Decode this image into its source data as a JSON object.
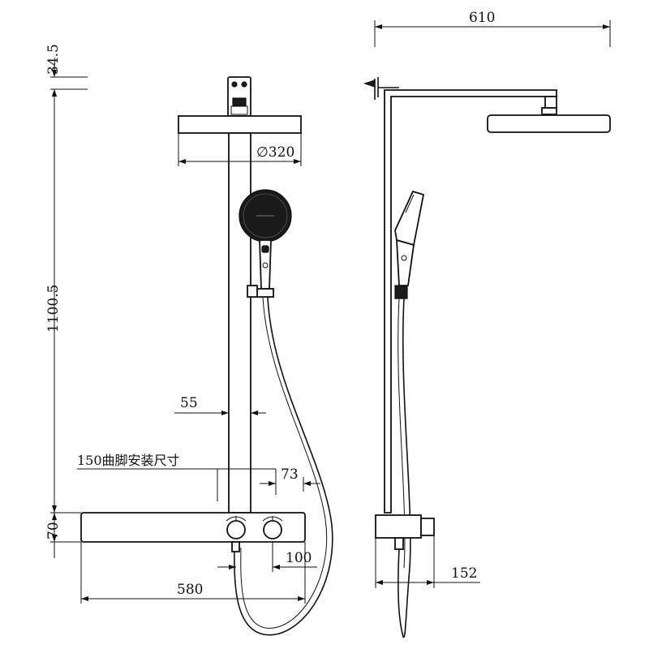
{
  "front_view": {
    "dims": {
      "top_bracket": "34.5",
      "total_height": "1100.5",
      "head_diameter": "∅320",
      "bar_width": "55",
      "install_note": "150曲脚安装尺寸",
      "cc_offset": "73",
      "shelf_height": "70",
      "outlet_offset": "100",
      "shelf_width": "580"
    }
  },
  "side_view": {
    "dims": {
      "arm_reach": "610",
      "depth": "152"
    }
  },
  "icons": [
    "shower-head-icon",
    "hand-shower-icon",
    "thermostat-knob-icon",
    "flow-knob-icon",
    "hose-icon"
  ]
}
